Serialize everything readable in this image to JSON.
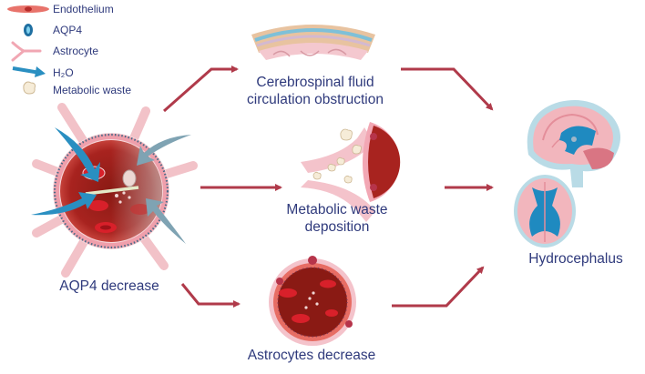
{
  "legend": [
    {
      "icon": "endothelium-icon",
      "label": "Endothelium"
    },
    {
      "icon": "aqp4-icon",
      "label": "AQP4"
    },
    {
      "icon": "astrocyte-icon",
      "label": "Astrocyte"
    },
    {
      "icon": "water-arrow-icon",
      "label": "H₂O"
    },
    {
      "icon": "metabolic-waste-icon",
      "label": "Metabolic waste"
    }
  ],
  "labels": {
    "csf_line1": "Cerebrospinal fluid",
    "csf_line2": "circulation obstruction",
    "waste_line1": "Metabolic waste",
    "waste_line2": "deposition",
    "aqp4_decrease": "AQP4 decrease",
    "astro_decrease": "Astrocytes decrease",
    "hydrocephalus": "Hydrocephalus"
  },
  "colors": {
    "arrow": "#b03a4a",
    "text": "#2f3a7c",
    "water": "#2a8fc1",
    "vessel": "#a8231f",
    "astro": "#f3c6cc"
  }
}
